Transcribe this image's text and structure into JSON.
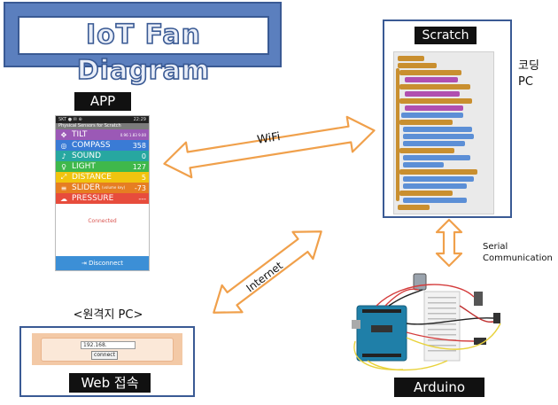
{
  "title": "IoT Fan Diagram",
  "app": {
    "label": "APP",
    "status_bar": {
      "left": "SKT ● ✉ ⊕",
      "right": "22:29"
    },
    "header": "Physical Sensors for Scratch",
    "sensors": [
      {
        "name": "TILT",
        "value": "0.96  1.83  9.00",
        "color": "#9b59b6",
        "icon": "move-icon"
      },
      {
        "name": "COMPASS",
        "value": "358",
        "color": "#3a7bd5",
        "icon": "compass-icon"
      },
      {
        "name": "SOUND",
        "value": "0",
        "color": "#27a7a0",
        "icon": "mic-icon"
      },
      {
        "name": "LIGHT",
        "value": "127",
        "color": "#3fb84b",
        "icon": "bulb-icon"
      },
      {
        "name": "DISTANCE",
        "value": "5",
        "color": "#f1c40f",
        "icon": "expand-icon"
      },
      {
        "name": "SLIDER",
        "sub": "(volume key)",
        "value": "-73",
        "color": "#e67e22",
        "icon": "slider-icon"
      },
      {
        "name": "PRESSURE",
        "value": "---",
        "color": "#e74c3c",
        "icon": "cloud-icon"
      }
    ],
    "connected": "Connected",
    "disconnect": "Disconnect"
  },
  "wifi_label": "WiFi",
  "internet_label": "Internet",
  "remote": {
    "label": "<원격지 PC>",
    "ip_value": "192.168.",
    "connect_button": "connect",
    "web_label": "Web 접속"
  },
  "scratch": {
    "label": "Scratch",
    "coding_pc": [
      "코딩",
      "PC"
    ]
  },
  "serial": [
    "Serial",
    "Communication"
  ],
  "arduino": {
    "label": "Arduino"
  },
  "colors": {
    "banner": "#5b7fbe",
    "frame_border": "#3a5a94",
    "arrow_fill": "#ffffff",
    "arrow_stroke": "#f0a04b",
    "scratch_block": "#c98f2f"
  }
}
